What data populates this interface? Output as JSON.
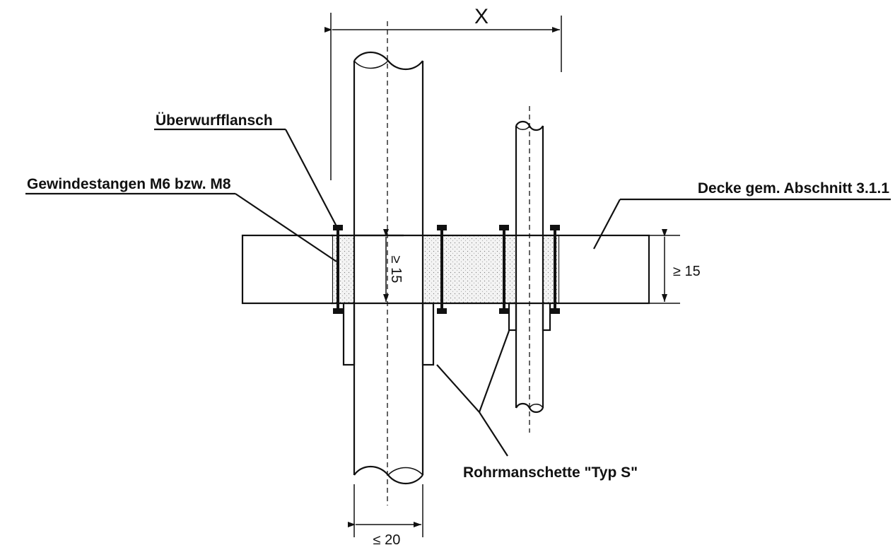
{
  "labels": {
    "flange": "Überwurfflansch",
    "threaded_rods": "Gewindestangen M6 bzw. M8",
    "ceiling": "Decke gem. Abschnitt 3.1.1",
    "collar": "Rohrmanschette \"Typ S\""
  },
  "dimensions": {
    "x": "X",
    "thickness_inner": "≥ 15",
    "thickness_outer": "≥ 15",
    "pipe_diameter": "≤ 20"
  }
}
